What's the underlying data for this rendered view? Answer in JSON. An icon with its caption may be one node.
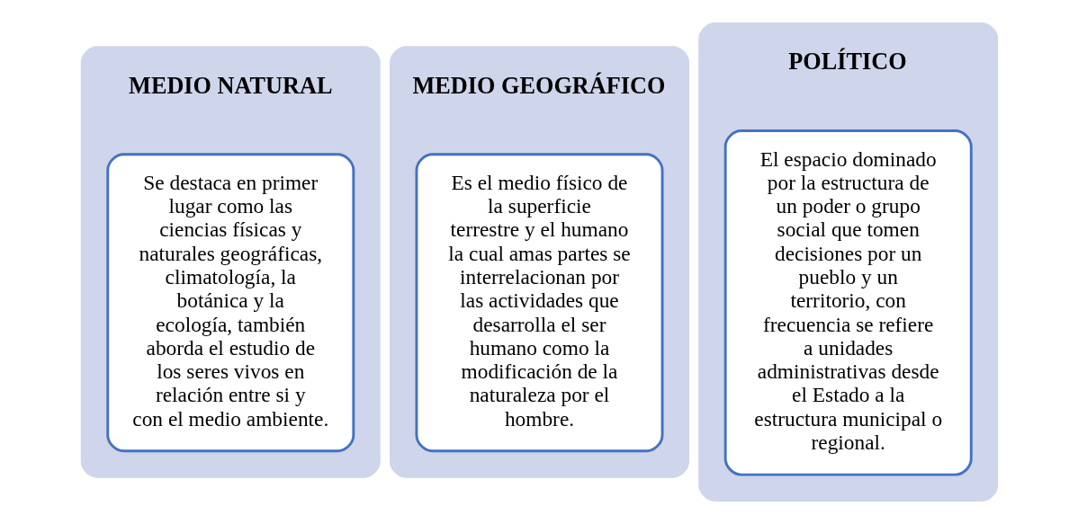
{
  "diagram": {
    "nodes": [
      {
        "text": [
          "MEDIO NATURAL"
        ]
      },
      {
        "text": [
          "Se destaca en primer lugar como las ciencias físicas y naturales geográficas, climatología, la botánica y la ecología, también aborda el estudio de los seres vivos en relación entre si y con el medio ambiente."
        ],
        "in": 0
      },
      {
        "text": [
          "MEDIO GEOGRÁFICO"
        ]
      },
      {
        "text": [
          "Es el medio físico de la superficie terrestre y el humano la cual amas partes se interrelacionan por las actividades que desarrolla el ser humano como la modificación de la naturaleza por el hombre."
        ],
        "in": 2
      },
      {
        "text": [
          "POLÍTICO"
        ]
      },
      {
        "text": [
          "El espacio dominado por la estructura de un poder o grupo social que tomen decisiones por un pueblo y un territorio, con frecuencia se refiere a unidades administrativas desde el Estado a la estructura municipal o regional."
        ],
        "in": 4
      }
    ],
    "edges": []
  }
}
